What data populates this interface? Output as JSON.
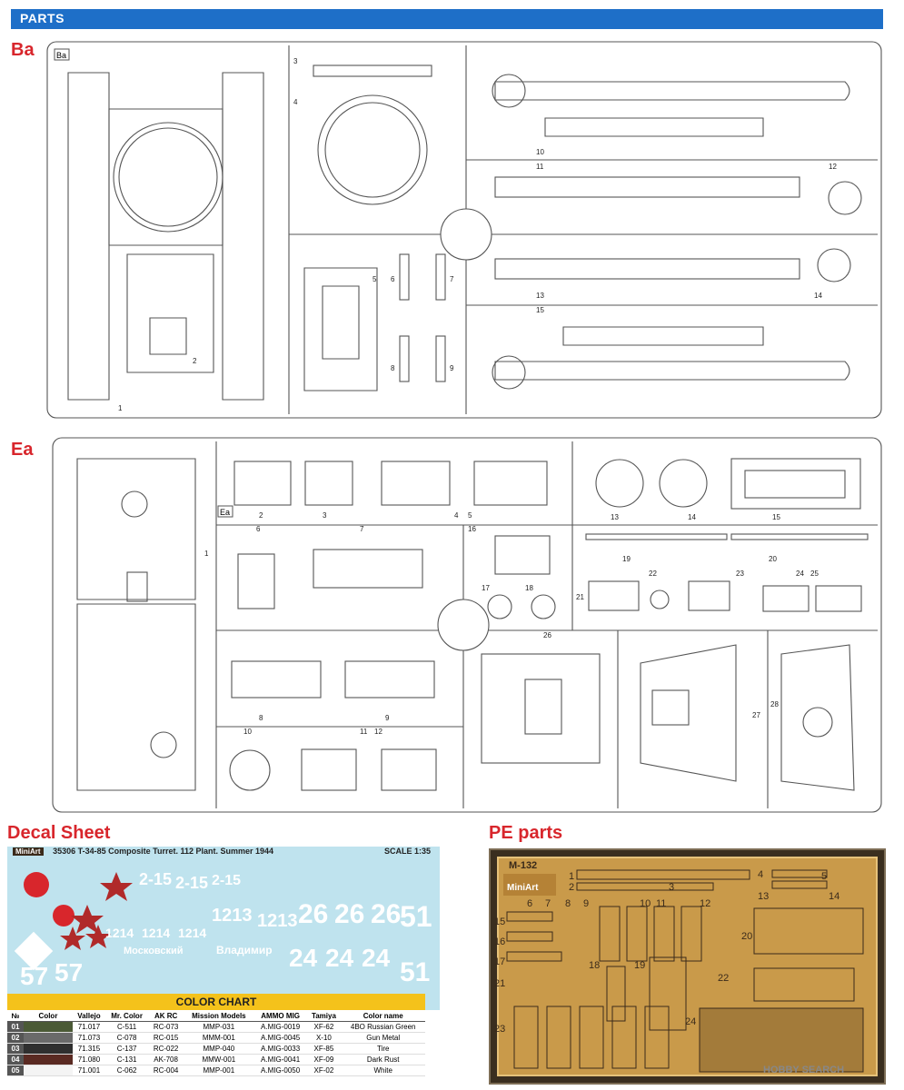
{
  "header": {
    "title": "PARTS"
  },
  "sections": {
    "ba": "Ba",
    "ea": "Ea",
    "decal": "Decal Sheet",
    "pe": "PE parts"
  },
  "ba_tag": "Ba",
  "ea_tag": "Ea",
  "ba_numbers": [
    "1",
    "2",
    "3",
    "4",
    "5",
    "6",
    "7",
    "8",
    "9",
    "10",
    "11",
    "12",
    "13",
    "14",
    "15"
  ],
  "ea_numbers": [
    "1",
    "2",
    "3",
    "4",
    "5",
    "6",
    "7",
    "8",
    "9",
    "10",
    "11",
    "12",
    "13",
    "14",
    "15",
    "16",
    "17",
    "18",
    "19",
    "20",
    "21",
    "22",
    "23",
    "24",
    "25",
    "26",
    "27",
    "28"
  ],
  "decal": {
    "title": "35306  T-34-85 Composite Turret. 112 Plant. Summer 1944",
    "scale": "SCALE 1:35",
    "brand": "MiniArt",
    "markings": [
      "2-15",
      "2-15",
      "2-15",
      "1213",
      "1213",
      "26",
      "26",
      "26",
      "51",
      "57",
      "57",
      "Московский",
      "Владимир",
      "24",
      "24",
      "24",
      "51",
      "1214",
      "1214",
      "1214"
    ]
  },
  "color_chart": {
    "title": "COLOR CHART",
    "columns": [
      "№",
      "Color",
      "Vallejo",
      "Mr. Color",
      "AK RC",
      "Mission Models",
      "AMMO MIG",
      "Tamiya",
      "Color name"
    ],
    "rows": [
      {
        "no": "01",
        "swatch": "#4b5a36",
        "vallejo": "71.017",
        "mr": "C-511",
        "ak": "RC-073",
        "mission": "MMP-031",
        "ammo": "A.MIG-0019",
        "tamiya": "XF-62",
        "name": "4BO Russian Green"
      },
      {
        "no": "02",
        "swatch": "#6a6a6a",
        "vallejo": "71.073",
        "mr": "C-078",
        "ak": "RC-015",
        "mission": "MMM-001",
        "ammo": "A.MIG-0045",
        "tamiya": "X-10",
        "name": "Gun Metal"
      },
      {
        "no": "03",
        "swatch": "#2f2f2f",
        "vallejo": "71.315",
        "mr": "C-137",
        "ak": "RC-022",
        "mission": "MMP-040",
        "ammo": "A.MIG-0033",
        "tamiya": "XF-85",
        "name": "Tire"
      },
      {
        "no": "04",
        "swatch": "#5a2a22",
        "vallejo": "71.080",
        "mr": "C-131",
        "ak": "AK-708",
        "mission": "MMW-001",
        "ammo": "A.MIG-0041",
        "tamiya": "XF-09",
        "name": "Dark Rust"
      },
      {
        "no": "05",
        "swatch": "#f4f4f4",
        "vallejo": "71.001",
        "mr": "C-062",
        "ak": "RC-004",
        "mission": "MMP-001",
        "ammo": "A.MIG-0050",
        "tamiya": "XF-02",
        "name": "White"
      }
    ]
  },
  "pe": {
    "code": "M-132",
    "brand": "MiniArt",
    "numbers": [
      "1",
      "2",
      "3",
      "4",
      "5",
      "6",
      "7",
      "8",
      "9",
      "10",
      "11",
      "12",
      "13",
      "14",
      "15",
      "16",
      "17",
      "18",
      "19",
      "20",
      "21",
      "22",
      "23",
      "24"
    ]
  },
  "watermark": "HOBBY SEARCH"
}
